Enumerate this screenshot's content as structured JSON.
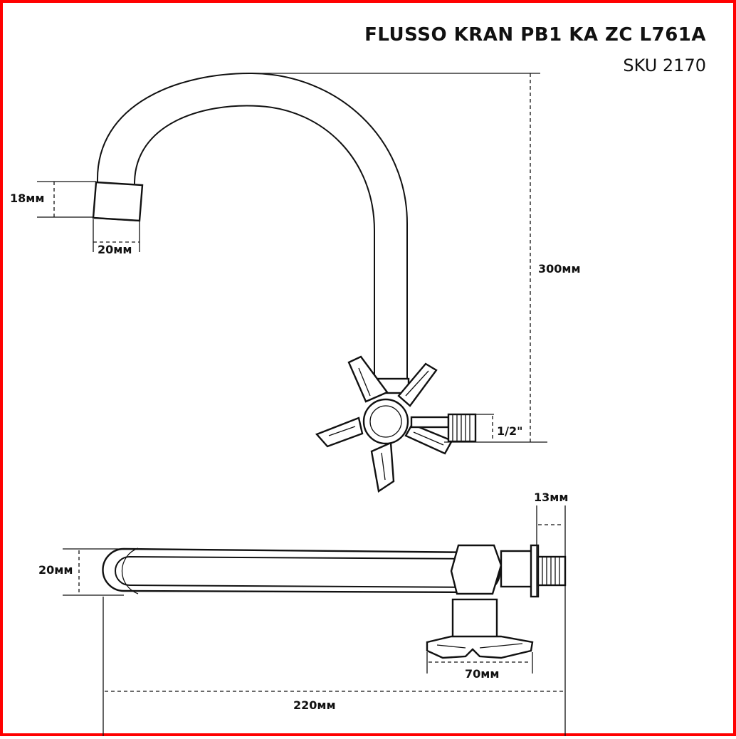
{
  "product": {
    "title": "FLUSSO KRAN PB1 KA ZC L761A",
    "sku": "SKU 2170"
  },
  "dimensions": {
    "outlet_height": "18мм",
    "outlet_width": "20мм",
    "total_height": "300мм",
    "thread": "1/2\"",
    "wall_thread": "13мм",
    "spout_diameter": "20мм",
    "handle_width": "70мм",
    "spout_length": "220мм"
  },
  "colors": {
    "frame": "#ff0000",
    "line": "#111111"
  }
}
